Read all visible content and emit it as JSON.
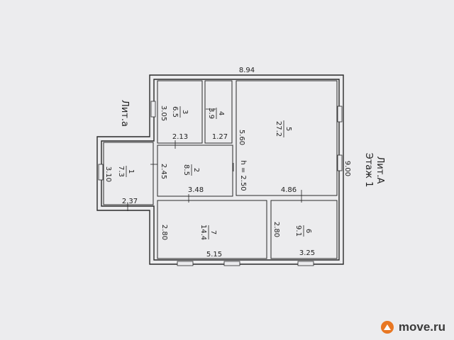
{
  "plan": {
    "title_lit_a": "Лит.А",
    "title_floor": "Этаж 1",
    "title_lit_a_small": "Лит.а",
    "dims": {
      "top": "8.94",
      "right": "9.00",
      "d_305": "3.05",
      "d_213": "2.13",
      "d_127": "1.27",
      "d_560": "5.60",
      "d_310": "3.10",
      "d_245": "2.45",
      "d_h": "h = 2.50",
      "d_348": "3.48",
      "d_486": "4.86",
      "d_237": "2.37",
      "d_280a": "2.80",
      "d_515": "5.15",
      "d_280b": "2.80",
      "d_325": "3.25"
    },
    "rooms": [
      {
        "num": "3",
        "area": "6.5"
      },
      {
        "num": "4",
        "area": "3.9"
      },
      {
        "num": "5",
        "area": "27.2"
      },
      {
        "num": "1",
        "area": "7.3"
      },
      {
        "num": "2",
        "area": "8.5"
      },
      {
        "num": "7",
        "area": "14.4"
      },
      {
        "num": "6",
        "area": "9.1"
      }
    ]
  },
  "watermark": {
    "text": "move.ru",
    "color": "#e87722"
  }
}
